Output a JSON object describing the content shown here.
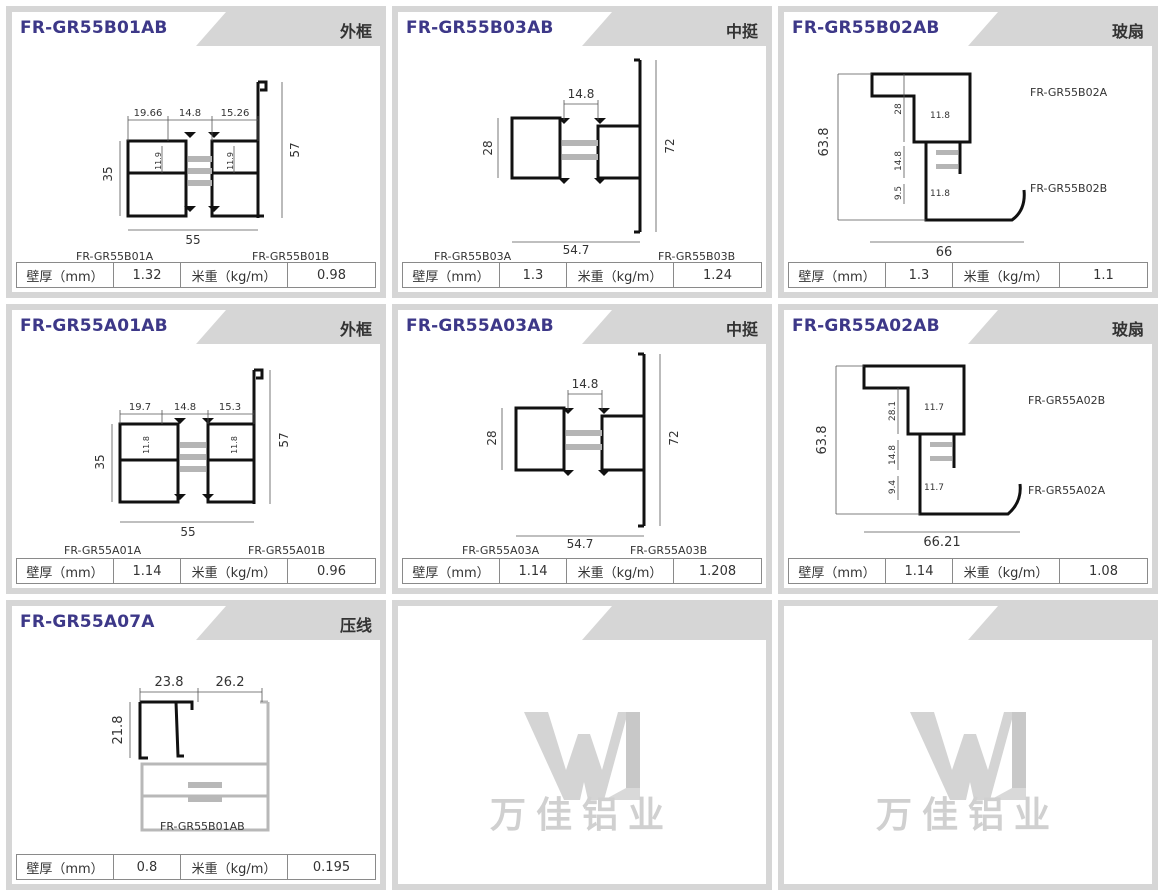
{
  "spec_labels": {
    "wall": "壁厚（mm）",
    "weight": "米重（kg/m）"
  },
  "cards": [
    {
      "code": "FR-GR55B01AB",
      "ptype": "外框",
      "wall": "1.32",
      "weight": "0.98",
      "parts": [
        "FR-GR55B01A",
        "FR-GR55B01B"
      ],
      "dims": [
        "19.66",
        "14.8",
        "15.26",
        "35",
        "11.9",
        "11.9",
        "57",
        "55"
      ]
    },
    {
      "code": "FR-GR55B03AB",
      "ptype": "中挺",
      "wall": "1.3",
      "weight": "1.24",
      "parts": [
        "FR-GR55B03A",
        "FR-GR55B03B"
      ],
      "dims": [
        "14.8",
        "28",
        "72",
        "54.7"
      ]
    },
    {
      "code": "FR-GR55B02AB",
      "ptype": "玻扇",
      "wall": "1.3",
      "weight": "1.1",
      "parts": [
        "FR-GR55B02A",
        "FR-GR55B02B"
      ],
      "dims": [
        "63.8",
        "28",
        "11.8",
        "14.8",
        "9.5",
        "11.8",
        "66"
      ]
    },
    {
      "code": "FR-GR55A01AB",
      "ptype": "外框",
      "wall": "1.14",
      "weight": "0.96",
      "parts": [
        "FR-GR55A01A",
        "FR-GR55A01B"
      ],
      "dims": [
        "19.7",
        "14.8",
        "15.3",
        "35",
        "11.8",
        "11.8",
        "57",
        "55"
      ]
    },
    {
      "code": "FR-GR55A03AB",
      "ptype": "中挺",
      "wall": "1.14",
      "weight": "1.208",
      "parts": [
        "FR-GR55A03A",
        "FR-GR55A03B"
      ],
      "dims": [
        "14.8",
        "28",
        "72",
        "54.7"
      ]
    },
    {
      "code": "FR-GR55A02AB",
      "ptype": "玻扇",
      "wall": "1.14",
      "weight": "1.08",
      "parts": [
        "FR-GR55A02B",
        "FR-GR55A02A"
      ],
      "dims": [
        "63.8",
        "28.1",
        "11.7",
        "14.8",
        "9.4",
        "11.7",
        "66.21"
      ]
    },
    {
      "code": "FR-GR55A07A",
      "ptype": "压线",
      "wall": "0.8",
      "weight": "0.195",
      "parts": [
        "FR-GR55B01AB"
      ],
      "dims": [
        "23.8",
        "26.2",
        "21.8"
      ]
    }
  ],
  "logo": {
    "text": "万佳铝业"
  }
}
